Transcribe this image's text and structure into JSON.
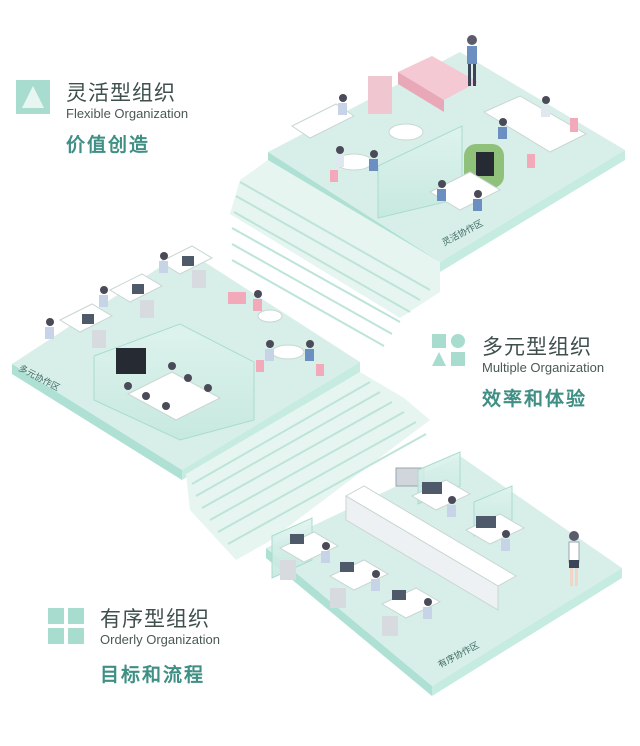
{
  "sections": {
    "flexible": {
      "title_cn": "灵活型组织",
      "title_en": "Flexible Organization",
      "subtitle": "价值创造",
      "floor_tag": "灵活协作区",
      "icon": "triangle-square-icon"
    },
    "multiple": {
      "title_cn": "多元型组织",
      "title_en": "Multiple Organization",
      "subtitle": "效率和体验",
      "floor_tag": "多元协作区",
      "icon": "mixed-shapes-icon"
    },
    "orderly": {
      "title_cn": "有序型组织",
      "title_en": "Orderly Organization",
      "subtitle": "目标和流程",
      "floor_tag": "有序协作区",
      "icon": "four-squares-icon"
    }
  },
  "colors": {
    "accent": "#3f8f84",
    "floor": "#d4ede6",
    "floor_edge": "#a8dccf",
    "stair_light": "#eaf7f3",
    "stair_dark": "#bfe6dc"
  }
}
